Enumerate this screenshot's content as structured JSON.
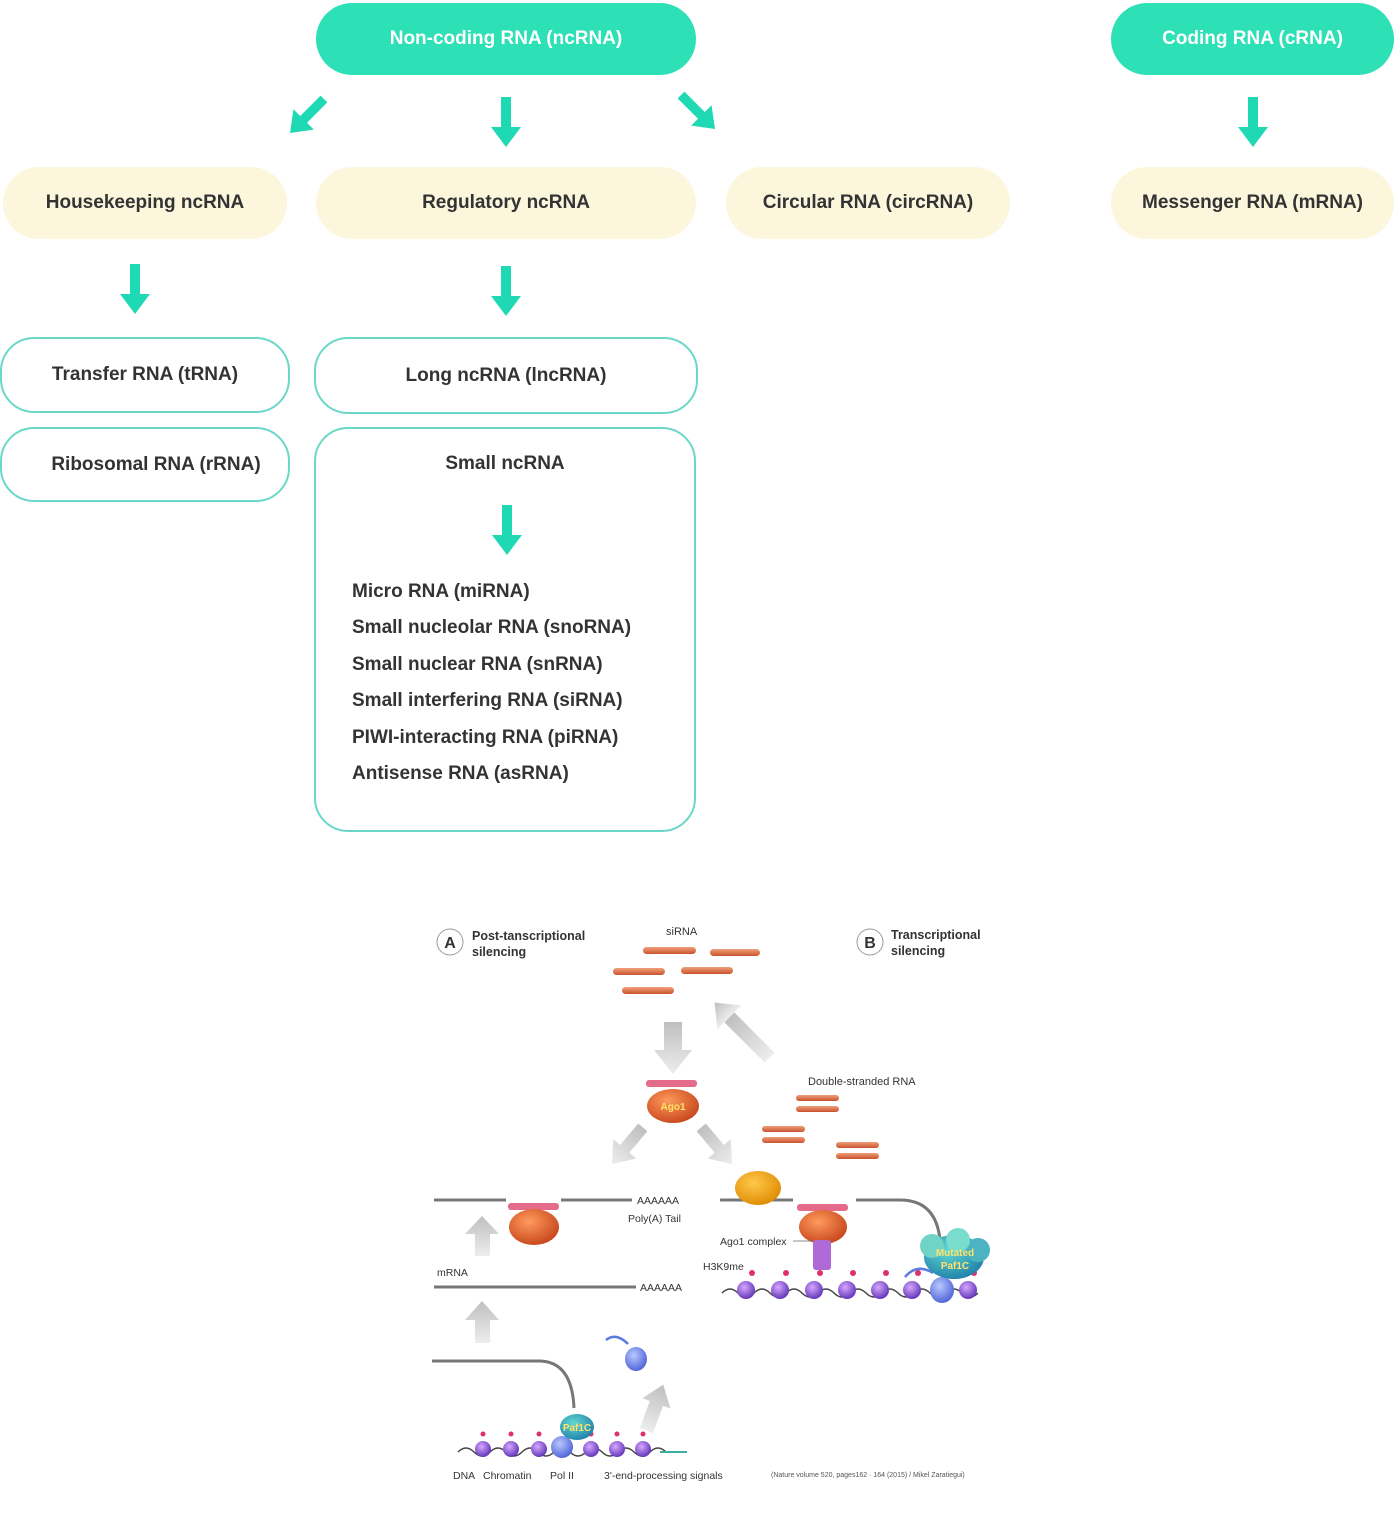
{
  "top": {
    "noncoding": "Non-coding RNA (ncRNA)",
    "coding": "Coding RNA (cRNA)"
  },
  "level2": {
    "housekeeping": "Housekeeping ncRNA",
    "regulatory": "Regulatory ncRNA",
    "circular": "Circular RNA (circRNA)",
    "messenger": "Messenger RNA (mRNA)"
  },
  "level3": {
    "trna": "Transfer RNA (tRNA)",
    "rrna": "Ribosomal RNA (rRNA)",
    "lncrna": "Long ncRNA (lncRNA)",
    "small_title": "Small ncRNA",
    "small_items": [
      "Micro RNA (miRNA)",
      "Small nucleolar RNA (snoRNA)",
      "Small nuclear RNA (snRNA)",
      "Small interfering RNA (siRNA)",
      "PIWI-interacting RNA (piRNA)",
      "Antisense RNA (asRNA)"
    ]
  },
  "colors": {
    "teal": "#2ee0b6",
    "cream": "#fcf6dc",
    "outline": "#6ad8c7",
    "arrow": "#1fd9b4"
  },
  "figure": {
    "label_a": "A",
    "title_a_line1": "Post-tanscriptional",
    "title_a_line2": "silencing",
    "label_b": "B",
    "title_b_line1": "Transcriptional",
    "title_b_line2": "silencing",
    "sirna": "siRNA",
    "dsrna": "Double-stranded RNA",
    "ago1": "Ago1",
    "polya_seq": "AAAAAA",
    "polya_tail": "Poly(A) Tail",
    "mrna": "mRNA",
    "mrna_polya": "AAAAAA",
    "ago1_complex": "Ago1 complex",
    "h3k9me": "H3K9me",
    "mutated_line1": "Mutated",
    "mutated_line2": "Paf1C",
    "paf1c": "Paf1C",
    "dna": "DNA",
    "chromatin": "Chromatin",
    "pol2": "Pol II",
    "processing": "3'-end-processing signals",
    "citation": "(Nature volume 520, pages162 · 164 (2015) / Mikel Zaratiegui)"
  }
}
